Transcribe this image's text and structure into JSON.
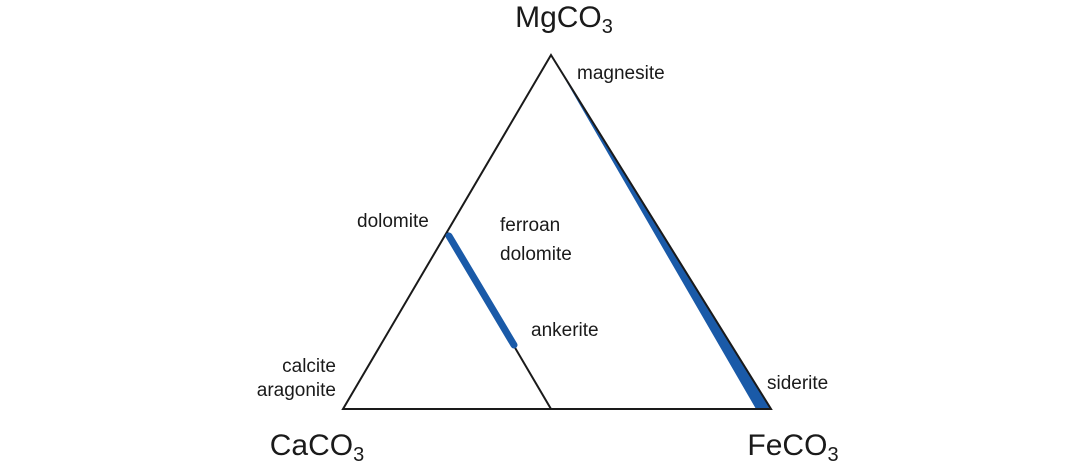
{
  "diagram": {
    "vertices": {
      "top": {
        "base": "MgCO",
        "sub": "3"
      },
      "bottom_left": {
        "base": "CaCO",
        "sub": "3"
      },
      "bottom_right": {
        "base": "FeCO",
        "sub": "3"
      }
    },
    "minerals": {
      "magnesite": "magnesite",
      "dolomite": "dolomite",
      "ferroan_line1": "ferroan",
      "ferroan_line2": "dolomite",
      "ankerite": "ankerite",
      "calcite": "calcite",
      "aragonite": "aragonite",
      "siderite": "siderite"
    },
    "colors": {
      "outline": "#1a1a1a",
      "solid_solution": "#1a5aa8"
    }
  }
}
